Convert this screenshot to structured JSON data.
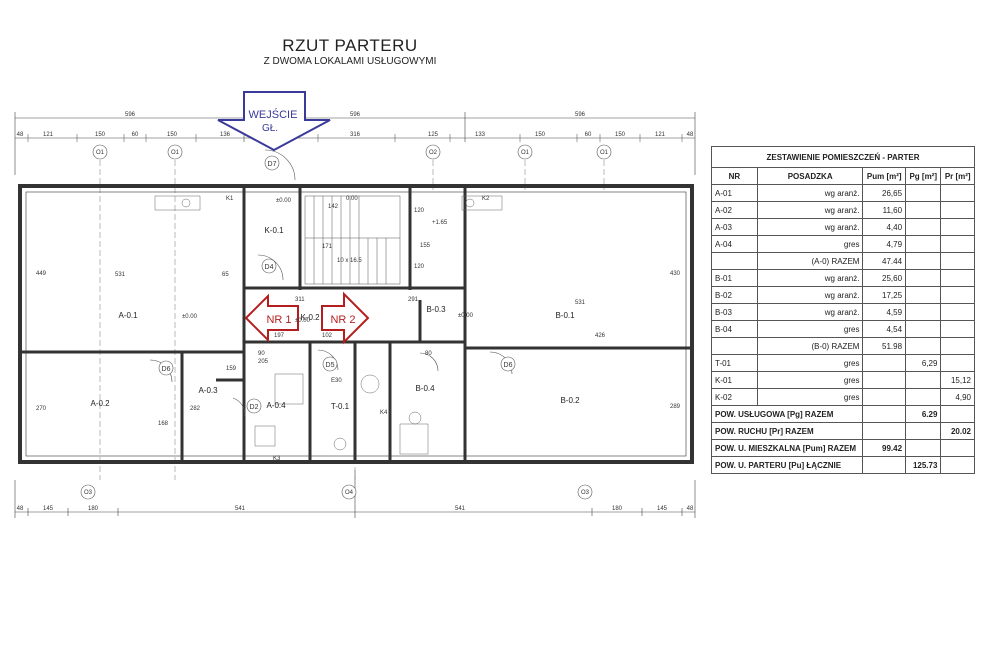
{
  "title": "RZUT PARTERU",
  "subtitle": "Z DWOMA LOKALAMI USŁUGOWYMI",
  "entrance": {
    "line1": "WEJŚCIE",
    "line2": "GŁ."
  },
  "units": {
    "nr1": "NR 1",
    "nr2": "NR 2"
  },
  "dims_top": [
    "596",
    "596",
    "596"
  ],
  "dims_top2": [
    "48",
    "121",
    "150",
    "60",
    "150",
    "136",
    "316",
    "125",
    "133",
    "150",
    "60",
    "150",
    "121",
    "48"
  ],
  "dims_bottom": [
    "48",
    "145",
    "180",
    "541",
    "541",
    "180",
    "145",
    "48"
  ],
  "axes_top": [
    "O1",
    "O1",
    "O2",
    "O1",
    "O1"
  ],
  "axes_bottom": [
    "O3",
    "O4",
    "O3"
  ],
  "rooms": {
    "a01": "A-0.1",
    "a02": "A-0.2",
    "a03": "A-0.3",
    "a04": "A-0.4",
    "b01": "B-0.1",
    "b02": "B-0.2",
    "b03": "B-0.3",
    "b04": "B-0.4",
    "k01": "K-0.1",
    "k02": "K-0.2",
    "t01": "T-0.1"
  },
  "doors": [
    "D7",
    "D4",
    "D2",
    "D6",
    "D5",
    "D6"
  ],
  "levels": [
    "±0.00",
    "±0.00",
    "±0.00",
    "+1.65",
    "0.00",
    "±0.00"
  ],
  "misc_dims": [
    "531",
    "531",
    "449",
    "270",
    "430",
    "289",
    "197",
    "102",
    "311",
    "291",
    "426",
    "168",
    "282",
    "159",
    "155",
    "171",
    "142",
    "120",
    "120",
    "65",
    "10 x 16.5",
    "90",
    "205",
    "80",
    "K1",
    "K2",
    "K3",
    "K4",
    "E30"
  ],
  "table": {
    "caption": "ZESTAWIENIE POMIESZCZEŃ - PARTER",
    "headers": [
      "NR",
      "POSADZKA",
      "Pum [m²]",
      "Pg [m²]",
      "Pr [m²]"
    ],
    "rows": [
      [
        "A-01",
        "wg aranż.",
        "26,65",
        "",
        ""
      ],
      [
        "A-02",
        "wg aranż.",
        "11,60",
        "",
        ""
      ],
      [
        "A-03",
        "wg aranż.",
        "4,40",
        "",
        ""
      ],
      [
        "A-04",
        "gres",
        "4,79",
        "",
        ""
      ],
      [
        "",
        "(A-0) RAZEM",
        "47.44",
        "",
        ""
      ],
      [
        "B-01",
        "wg aranż.",
        "25,60",
        "",
        ""
      ],
      [
        "B-02",
        "wg aranż.",
        "17,25",
        "",
        ""
      ],
      [
        "B-03",
        "wg aranż.",
        "4,59",
        "",
        ""
      ],
      [
        "B-04",
        "gres",
        "4,54",
        "",
        ""
      ],
      [
        "",
        "(B-0) RAZEM",
        "51.98",
        "",
        ""
      ],
      [
        "T-01",
        "gres",
        "",
        "6,29",
        ""
      ],
      [
        "K-01",
        "gres",
        "",
        "",
        "15,12"
      ],
      [
        "K-02",
        "gres",
        "",
        "",
        "4,90"
      ]
    ],
    "summary": [
      {
        "label": "POW. USŁUGOWA [Pg]  RAZEM",
        "value": "6.29"
      },
      {
        "label": "POW. RUCHU [Pr] RAZEM",
        "value": "20.02"
      },
      {
        "label": "POW. U. MIESZKALNA [Pum]  RAZEM",
        "value": "99.42"
      },
      {
        "label": "POW. U. PARTERU [Pu]  ŁĄCZNIE",
        "value": "125.73"
      }
    ]
  },
  "colors": {
    "entrance": "#3a3a9a",
    "unit_arrow": "#b41e1e",
    "wall": "#444444"
  }
}
